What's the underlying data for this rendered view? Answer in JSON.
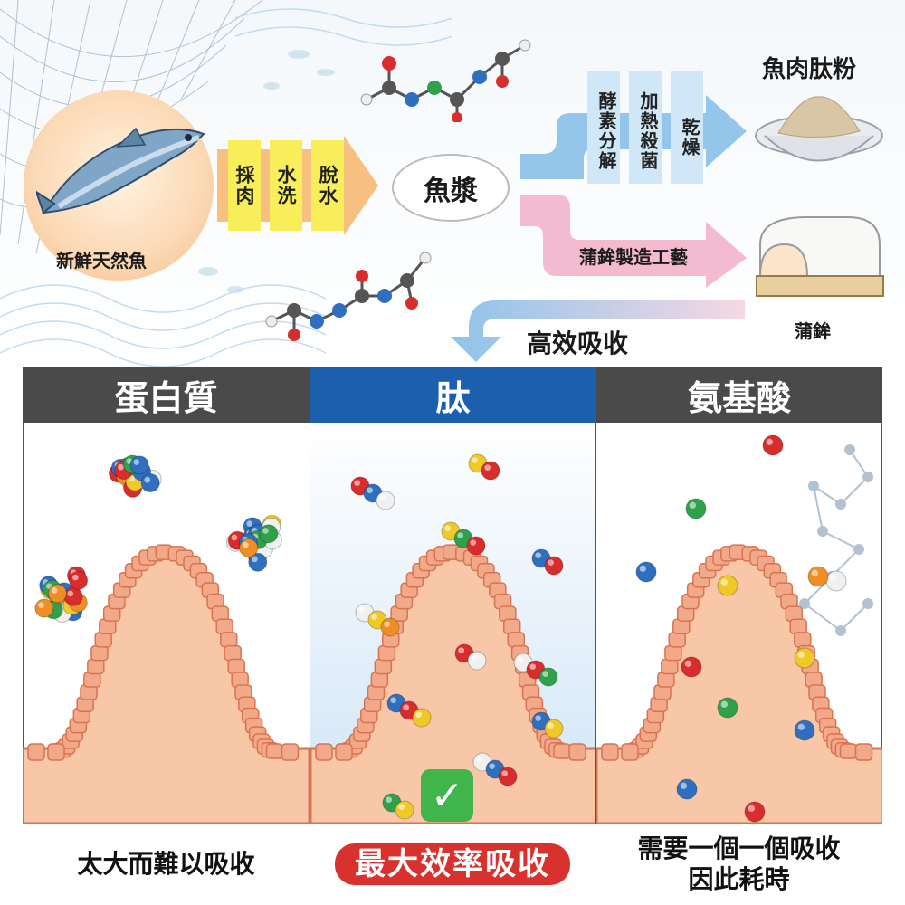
{
  "top": {
    "fish_label": "新鮮天然魚",
    "pre_steps": [
      "採肉",
      "水洗",
      "脫水"
    ],
    "paste_label": "魚漿",
    "enzyme_steps": [
      "酵素分解",
      "加熱殺菌",
      "乾燥"
    ],
    "powder_label": "魚肉肽粉",
    "kamaboko_process": "蒲鉾製造工藝",
    "kamaboko_label": "蒲鉾",
    "absorb_label": "高效吸收"
  },
  "panels": [
    {
      "id": "protein",
      "title": "蛋白質",
      "caption": [
        "太大而難以吸收"
      ],
      "header_color": "#4a4a4a"
    },
    {
      "id": "peptide",
      "title": "肽",
      "caption": [
        "最大效率吸收"
      ],
      "header_color": "#1b5fae",
      "check_icon": "check-mark-icon"
    },
    {
      "id": "amino",
      "title": "氨基酸",
      "caption": [
        "需要一個一個吸收",
        "因此耗時"
      ],
      "header_color": "#4a4a4a"
    }
  ],
  "colors": {
    "arrow_orange": "#f8c080",
    "arrow_blue": "#8ec3ea",
    "arrow_pink": "#f3b6cc",
    "villus_fill": "#f7c7a8",
    "villus_cell": "#f2a98a",
    "villus_stroke": "#d9734f",
    "badge_red": "#d9322e",
    "check_green": "#3fb54a"
  },
  "icons": {
    "fish": "fish-icon",
    "net": "fishing-net-icon",
    "molecule": "molecule-icon",
    "powder": "powder-bowl-icon",
    "kamaboko": "kamaboko-icon"
  }
}
